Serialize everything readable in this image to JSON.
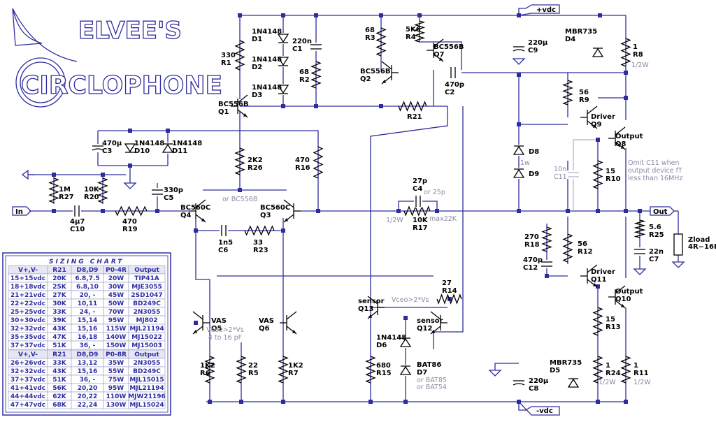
{
  "logo": {
    "line1": "ELVEE'S",
    "line2": "CIRCLOPHONE"
  },
  "supply": {
    "vpos": "+vdc",
    "vneg": "-vdc"
  },
  "io": {
    "in": "In",
    "out": "Out"
  },
  "load": {
    "name": "Zload",
    "value": "4R~16R"
  },
  "components": {
    "R1": [
      "330",
      "R1"
    ],
    "D1": [
      "1N4148",
      "D1"
    ],
    "D2": [
      "1N4148",
      "D2"
    ],
    "D3": [
      "1N4148",
      "D3"
    ],
    "C1": [
      "220n",
      "C1"
    ],
    "R2": [
      "68",
      "R2"
    ],
    "R3": [
      "68",
      "R3"
    ],
    "R4": [
      "5K6",
      "R4"
    ],
    "Q7": [
      "BC556B",
      "Q7"
    ],
    "Q2": [
      "BC556B",
      "Q2"
    ],
    "C2": [
      "470p",
      "C2"
    ],
    "Q1": [
      "BC556B",
      "Q1"
    ],
    "C9": [
      "220µ",
      "C9"
    ],
    "D4": [
      "MBR735",
      "D4"
    ],
    "R8": [
      "1",
      "R8"
    ],
    "R8w": "1/2W",
    "R9": [
      "56",
      "R9"
    ],
    "Q9": [
      "Driver",
      "Q9"
    ],
    "Q8": [
      "Output",
      "Q8"
    ],
    "R21": "R21",
    "C3": [
      "470µ",
      "C3"
    ],
    "D10": [
      "1N4148",
      "D10"
    ],
    "D11": [
      "1N4148",
      "D11"
    ],
    "R26": [
      "2K2",
      "R26"
    ],
    "R16": [
      "470",
      "R16"
    ],
    "D8": "D8",
    "D8w": "1w",
    "D9": "D9",
    "C11": [
      "10n",
      "C11"
    ],
    "C11note": [
      "Omit C11 when",
      "output device fT",
      "less than 16MHz"
    ],
    "R10": [
      "15",
      "R10"
    ],
    "R27": [
      "1M",
      "R27"
    ],
    "R20": [
      "10K",
      "R20"
    ],
    "C5": [
      "330p",
      "C5"
    ],
    "C4": [
      "27p",
      "C4"
    ],
    "C4alt": "or 25p",
    "orBC556B": "or BC556B",
    "Q4": [
      "BC560C",
      "Q4"
    ],
    "Q3": [
      "BC560C",
      "Q3"
    ],
    "C10": [
      "4µ7",
      "C10"
    ],
    "R19": [
      "470",
      "R19"
    ],
    "R17": [
      "10K",
      "R17"
    ],
    "R17w": "1/2W",
    "R17max": "max22K",
    "C6": [
      "1n5",
      "C6"
    ],
    "R23": [
      "33",
      "R23"
    ],
    "R25": [
      "5.6",
      "R25"
    ],
    "C7": [
      "22n",
      "C7"
    ],
    "R18": [
      "270",
      "R18"
    ],
    "C12": [
      "470p",
      "C12"
    ],
    "R12": [
      "56",
      "R12"
    ],
    "Q11": [
      "Driver",
      "Q11"
    ],
    "Q10": [
      "Output",
      "Q10"
    ],
    "R14": [
      "27",
      "R14"
    ],
    "Q13": [
      "sensor",
      "Q13"
    ],
    "vceo2": "Vceo>2*Vs",
    "Q12": [
      "sensor",
      "Q12"
    ],
    "Q5": [
      "VAS",
      "Q5"
    ],
    "Q6": [
      "VAS",
      "Q6"
    ],
    "vasnote": [
      "Vceo>2*Vs",
      "4 to 16 pF"
    ],
    "R13": [
      "15",
      "R13"
    ],
    "D6": [
      "1N4148",
      "D6"
    ],
    "D7": [
      "BAT86",
      "D7"
    ],
    "D7alt": [
      "or BAT85",
      "or BAT54"
    ],
    "R6": [
      "1K2",
      "R6"
    ],
    "R5": [
      "22",
      "R5"
    ],
    "R7": [
      "1K2",
      "R7"
    ],
    "R15": [
      "680",
      "R15"
    ],
    "C8": [
      "220µ",
      "C8"
    ],
    "D5": [
      "MBR735",
      "D5"
    ],
    "R24": [
      "1",
      "R24"
    ],
    "R24w": "1/2W",
    "R11": [
      "1",
      "R11"
    ],
    "R11w": "1/2W"
  },
  "sizing": {
    "title": "SIZING CHART",
    "header1": [
      "V+,V-",
      "R21",
      "D8,D9",
      "P0-4R",
      "Output"
    ],
    "rows1": [
      [
        "15+15vdc",
        "20K",
        "6.8,7.5",
        "20W",
        "TIP41A"
      ],
      [
        "18+18vdc",
        "25K",
        "6.8,10",
        "30W",
        "MJE3055"
      ],
      [
        "21+21vdc",
        "27K",
        "20, -",
        "45W",
        "2SD1047"
      ],
      [
        "22+22vdc",
        "30K",
        "10,11",
        "50W",
        "BD249C"
      ],
      [
        "25+25vdc",
        "33K",
        "24, -",
        "70W",
        "2N3055"
      ],
      [
        "30+30vdc",
        "39K",
        "15,14",
        "95W",
        "MJ802"
      ],
      [
        "32+32vdc",
        "43K",
        "15,16",
        "115W",
        "MJL21194"
      ],
      [
        "35+35vdc",
        "47K",
        "16,18",
        "140W",
        "MJ15022"
      ],
      [
        "37+37vdc",
        "51K",
        "36, -",
        "150W",
        "MJ15003"
      ]
    ],
    "header2": [
      "V+,V-",
      "R21",
      "D8,D9",
      "P0-8R",
      "Output"
    ],
    "rows2": [
      [
        "26+26vdc",
        "33K",
        "13,12",
        "35W",
        "2N3055"
      ],
      [
        "32+32vdc",
        "43K",
        "15,16",
        "55W",
        "BD249C"
      ],
      [
        "37+37vdc",
        "51K",
        "36, -",
        "75W",
        "MJL15015"
      ],
      [
        "41+41vdc",
        "56K",
        "20,20",
        "95W",
        "MJL21194"
      ],
      [
        "44+44vdc",
        "62K",
        "20,22",
        "110W",
        "MJW21196"
      ],
      [
        "47+47vdc",
        "68K",
        "22,24",
        "130W",
        "MJL15024"
      ]
    ]
  }
}
